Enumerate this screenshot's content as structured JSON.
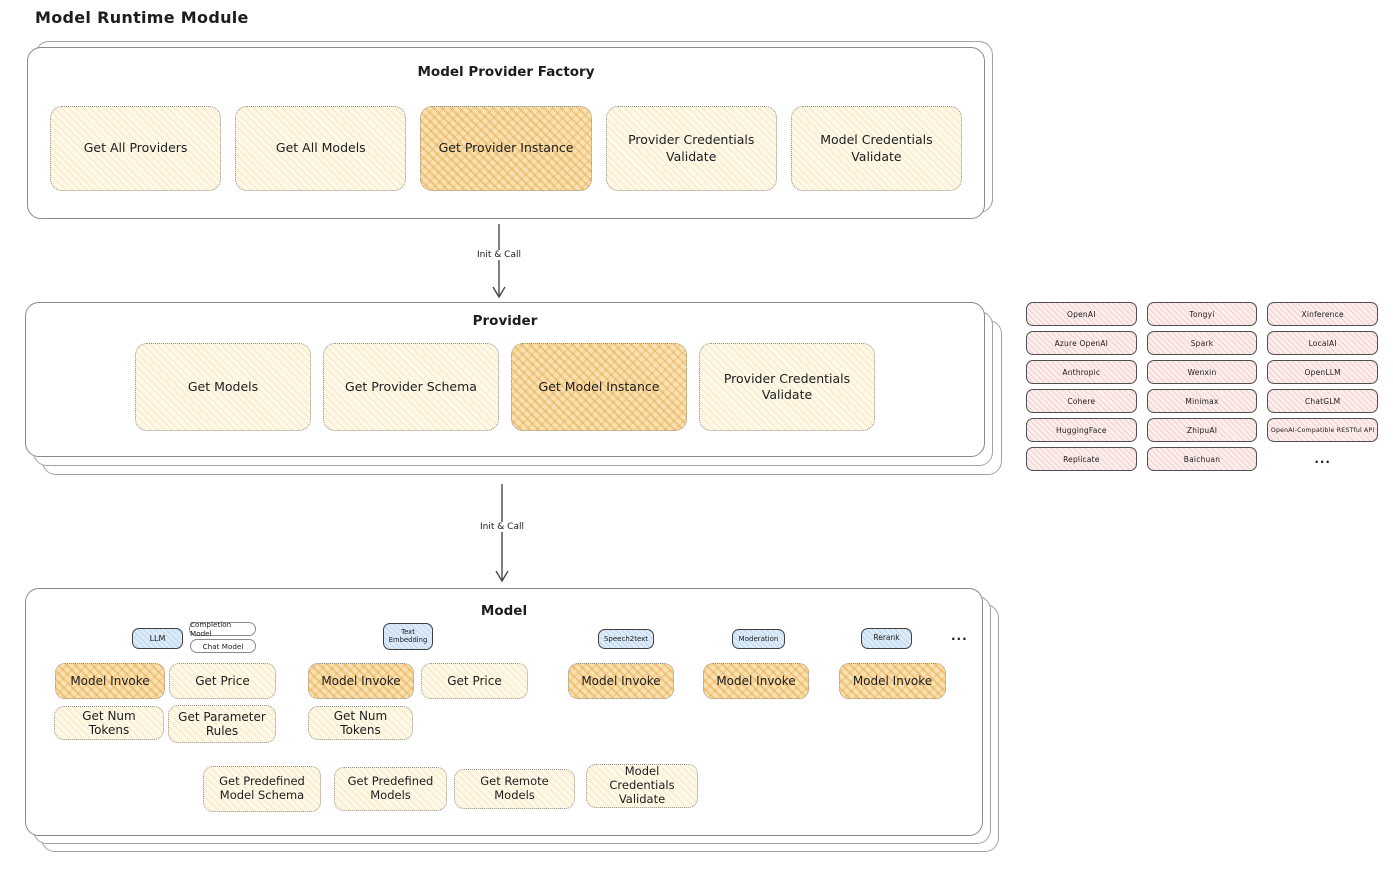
{
  "page": {
    "title": "Model Runtime Module"
  },
  "arrows": {
    "label1": "Init & Call",
    "label2": "Init & Call"
  },
  "factory": {
    "title": "Model Provider Factory",
    "buttons": [
      {
        "label": "Get All Providers",
        "highlight": false
      },
      {
        "label": "Get All Models",
        "highlight": false
      },
      {
        "label": "Get Provider Instance",
        "highlight": true
      },
      {
        "label": "Provider Credentials Validate",
        "highlight": false
      },
      {
        "label": "Model Credentials Validate",
        "highlight": false
      }
    ]
  },
  "provider": {
    "title": "Provider",
    "buttons": [
      {
        "label": "Get Models",
        "highlight": false
      },
      {
        "label": "Get Provider Schema",
        "highlight": false
      },
      {
        "label": "Get Model Instance",
        "highlight": true
      },
      {
        "label": "Provider Credentials Validate",
        "highlight": false
      }
    ]
  },
  "providers": {
    "items": [
      "OpenAI",
      "Tongyi",
      "Xinference",
      "Azure OpenAI",
      "Spark",
      "LocalAI",
      "Anthropic",
      "Wenxin",
      "OpenLLM",
      "Cohere",
      "Minimax",
      "ChatGLM",
      "HuggingFace",
      "ZhipuAI",
      "OpenAI-Compatible RESTful API",
      "Replicate",
      "Baichuan"
    ],
    "more": "..."
  },
  "model": {
    "title": "Model",
    "tabs": {
      "llm": "LLM",
      "completion": "Completion Model",
      "chat": "Chat Model",
      "text_embedding": "Text Embedding",
      "speech2text": "Speech2text",
      "moderation": "Moderation",
      "rerank": "Rerank",
      "more": "..."
    },
    "buttons": {
      "llm_invoke": "Model Invoke",
      "llm_price": "Get Price",
      "llm_tokens": "Get Num Tokens",
      "llm_rules": "Get Parameter Rules",
      "te_invoke": "Model Invoke",
      "te_price": "Get Price",
      "te_tokens": "Get Num Tokens",
      "s2t_invoke": "Model Invoke",
      "mod_invoke": "Model Invoke",
      "rerank_invoke": "Model Invoke",
      "predefined_schema": "Get Predefined Model Schema",
      "predefined_models": "Get Predefined Models",
      "remote_models": "Get Remote Models",
      "credentials_validate": "Model Credentials Validate"
    }
  },
  "colors": {
    "method_fill": "#fdf8e8",
    "method_highlight": "#f9e2b0",
    "provider_pill_fill": "#fceeec",
    "tab_fill": "#dcebf8",
    "box_border": "#8a8a8a",
    "ink": "#1d1d1d"
  }
}
